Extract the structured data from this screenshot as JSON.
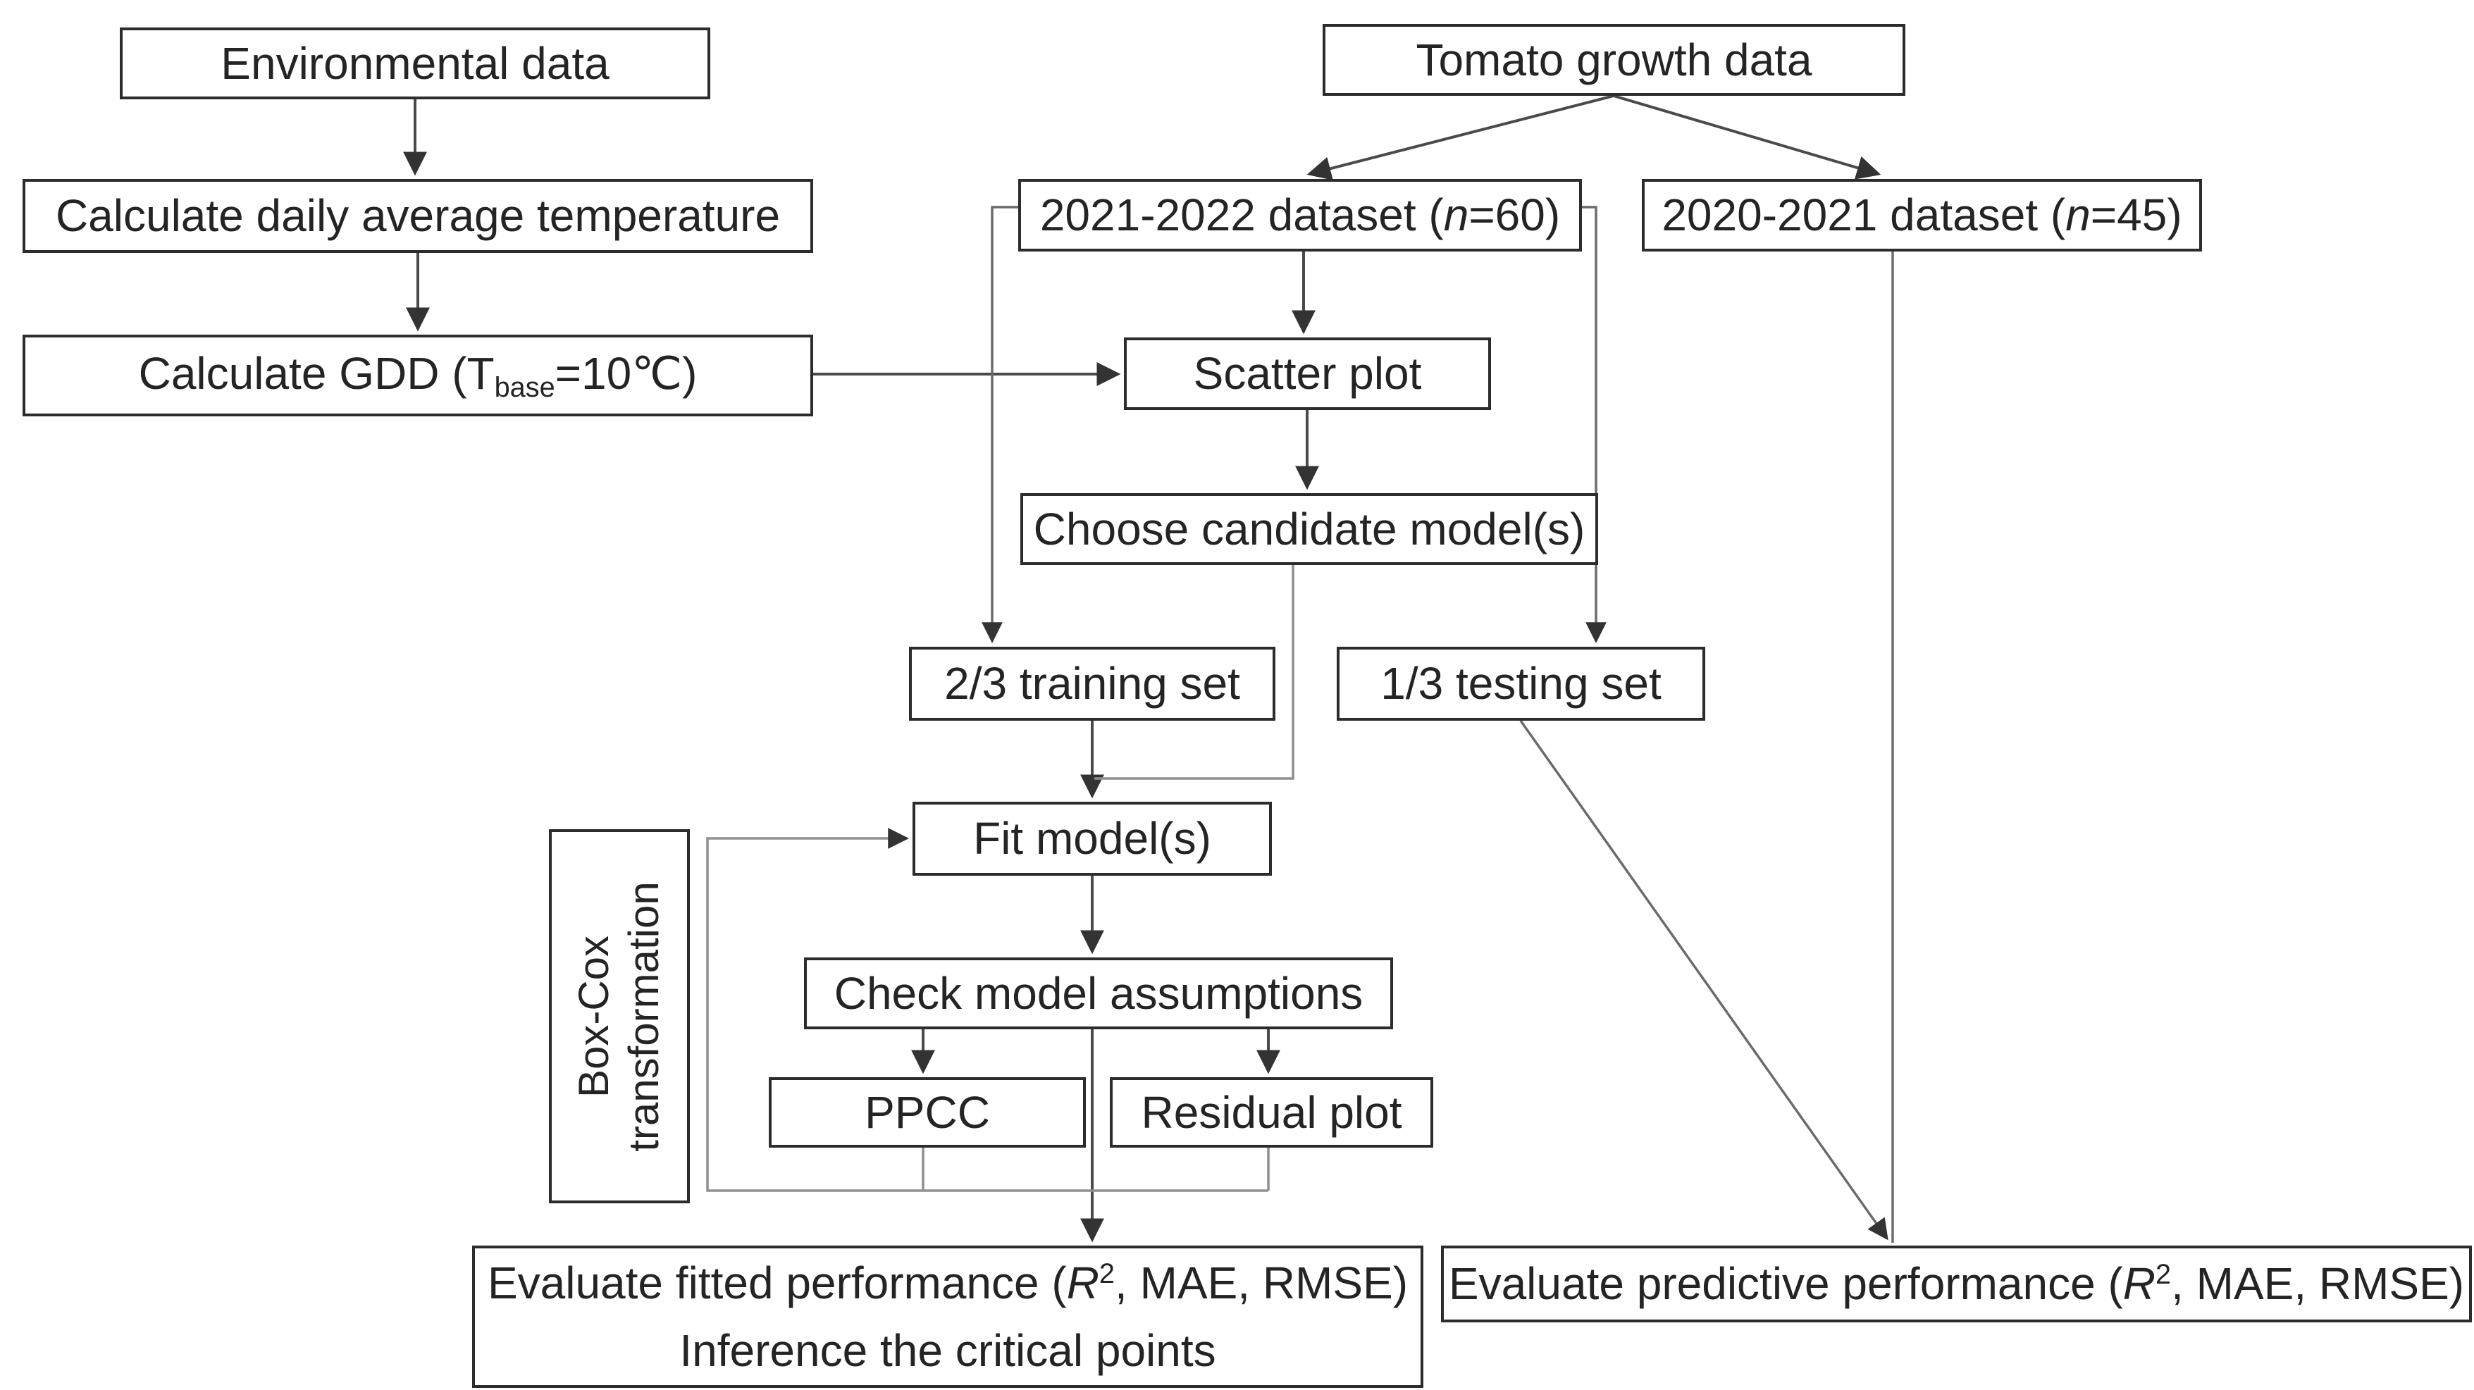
{
  "diagram": {
    "nodes": {
      "environmental_data": {
        "label": "Environmental data"
      },
      "calc_daily_avg": {
        "label": "Calculate daily average temperature"
      },
      "calc_gdd": {
        "prefix": "Calculate GDD (T",
        "sub": "base",
        "suffix": "=10℃)"
      },
      "tomato_growth": {
        "label": "Tomato growth data"
      },
      "dataset_2021_2022": {
        "prefix": "2021-2022 dataset (",
        "var": "n",
        "suffix": "=60)"
      },
      "dataset_2020_2021": {
        "prefix": "2020-2021 dataset (",
        "var": "n",
        "suffix": "=45)"
      },
      "scatter_plot": {
        "label": "Scatter plot"
      },
      "choose_candidate": {
        "label": "Choose candidate model(s)"
      },
      "training_set": {
        "label": "2/3 training set"
      },
      "testing_set": {
        "label": "1/3 testing set"
      },
      "fit_models": {
        "label": "Fit model(s)"
      },
      "check_assumptions": {
        "label": "Check model assumptions"
      },
      "ppcc": {
        "label": "PPCC"
      },
      "residual_plot": {
        "label": "Residual plot"
      },
      "boxcox": {
        "line1": "Box-Cox",
        "line2": "transformation"
      },
      "evaluate_fitted": {
        "prefix": "Evaluate fitted performance (",
        "var": "R",
        "sup": "2",
        "suffix": ", MAE, RMSE)",
        "line2": "Inference the critical points"
      },
      "evaluate_predictive": {
        "prefix": "Evaluate predictive performance (",
        "var": "R",
        "sup": "2",
        "suffix": ", MAE, RMSE)"
      }
    },
    "colors": {
      "background": "#ffffff",
      "box_border": "#2c2c2c",
      "text": "#242424",
      "arrow_main": "#4a4a4a",
      "arrow_detour": "#6b6b6b",
      "arrow_loop": "#8f8f8f"
    }
  }
}
